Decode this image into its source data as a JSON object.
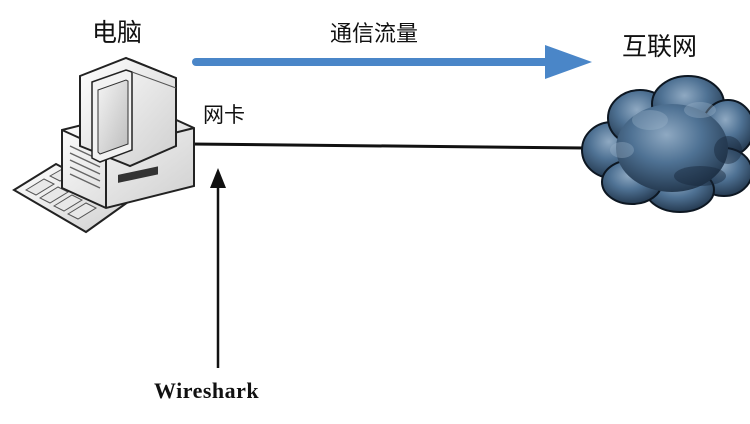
{
  "labels": {
    "computer": "电脑",
    "traffic": "通信流量",
    "internet": "互联网",
    "nic": "网卡",
    "wireshark": "Wireshark"
  },
  "colors": {
    "traffic_arrow": "#4a86c8",
    "cloud": "#3e5f7e",
    "line": "#111111"
  },
  "icons": {
    "computer": "desktop-computer-icon",
    "cloud": "internet-cloud-icon"
  }
}
